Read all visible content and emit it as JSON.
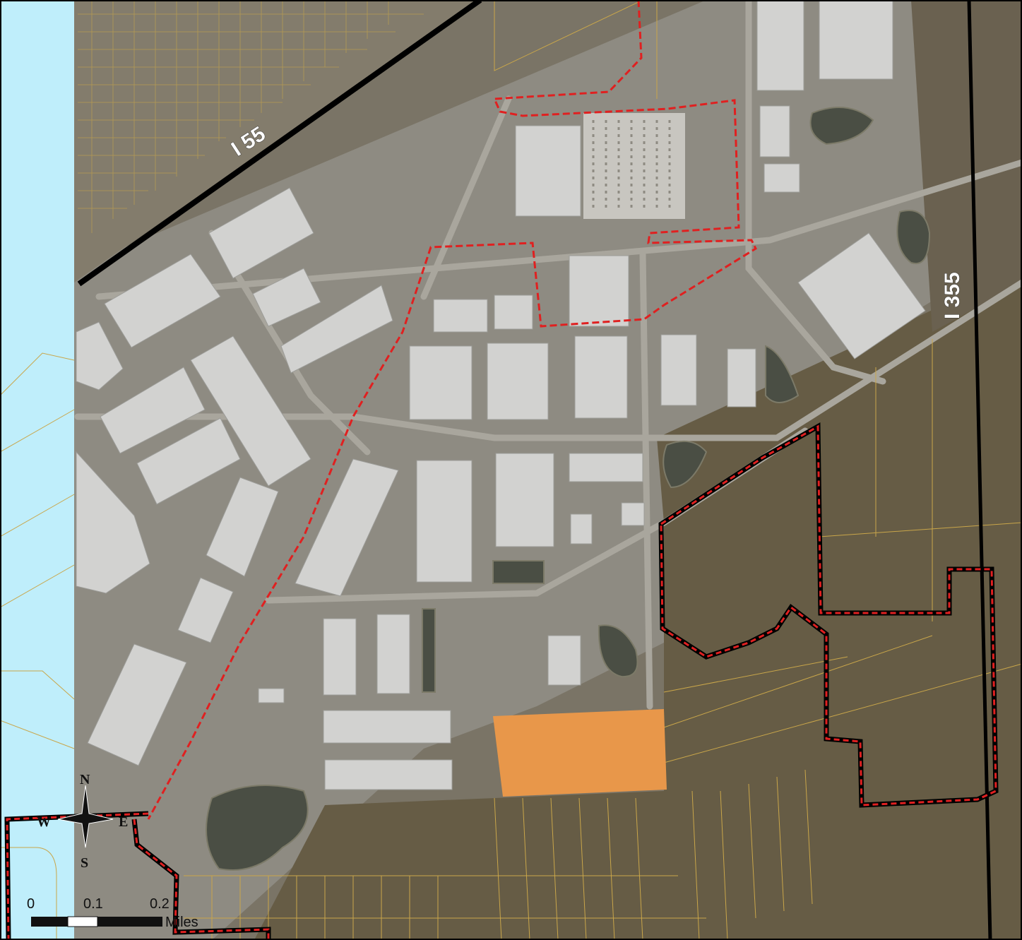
{
  "map": {
    "highway_labels": {
      "i55": "I 55",
      "i355": "I 355"
    },
    "compass": {
      "north": "N",
      "south": "S",
      "east": "E",
      "west": "W"
    },
    "scale_bar": {
      "ticks": [
        "0",
        "0.1",
        "0.2"
      ],
      "unit": "Miles"
    },
    "colors": {
      "water_panel": "#bfeefb",
      "highlight_parcel": "#e8974a",
      "boundary_red": "#e02020",
      "boundary_black": "#111111",
      "parcel_lines": "#c9a64a",
      "building_roof": "#d2d2d0",
      "industrial_ground": "#8d8a80",
      "vegetation": "#6b6248"
    }
  }
}
